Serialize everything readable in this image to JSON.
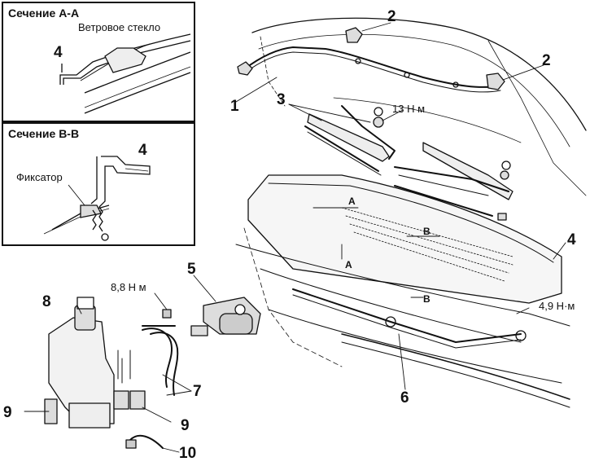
{
  "inset_aa": {
    "title": "Сечение А-А",
    "label": "Ветровое стекло",
    "callout": "4"
  },
  "inset_bb": {
    "title": "Сечение В-В",
    "label": "Фиксатор",
    "callout": "4"
  },
  "callouts": {
    "c1": "1",
    "c2a": "2",
    "c2b": "2",
    "c3": "3",
    "c4": "4",
    "c5": "5",
    "c6": "6",
    "c7": "7",
    "c8": "8",
    "c9a": "9",
    "c9b": "9",
    "c10": "10"
  },
  "torques": {
    "t13": "13 Н м",
    "t88": "8,8 Н м",
    "t49": "4,9 Н·м"
  },
  "section_marks": {
    "a1": "A",
    "a2": "A",
    "b1": "B",
    "b2": "B"
  }
}
